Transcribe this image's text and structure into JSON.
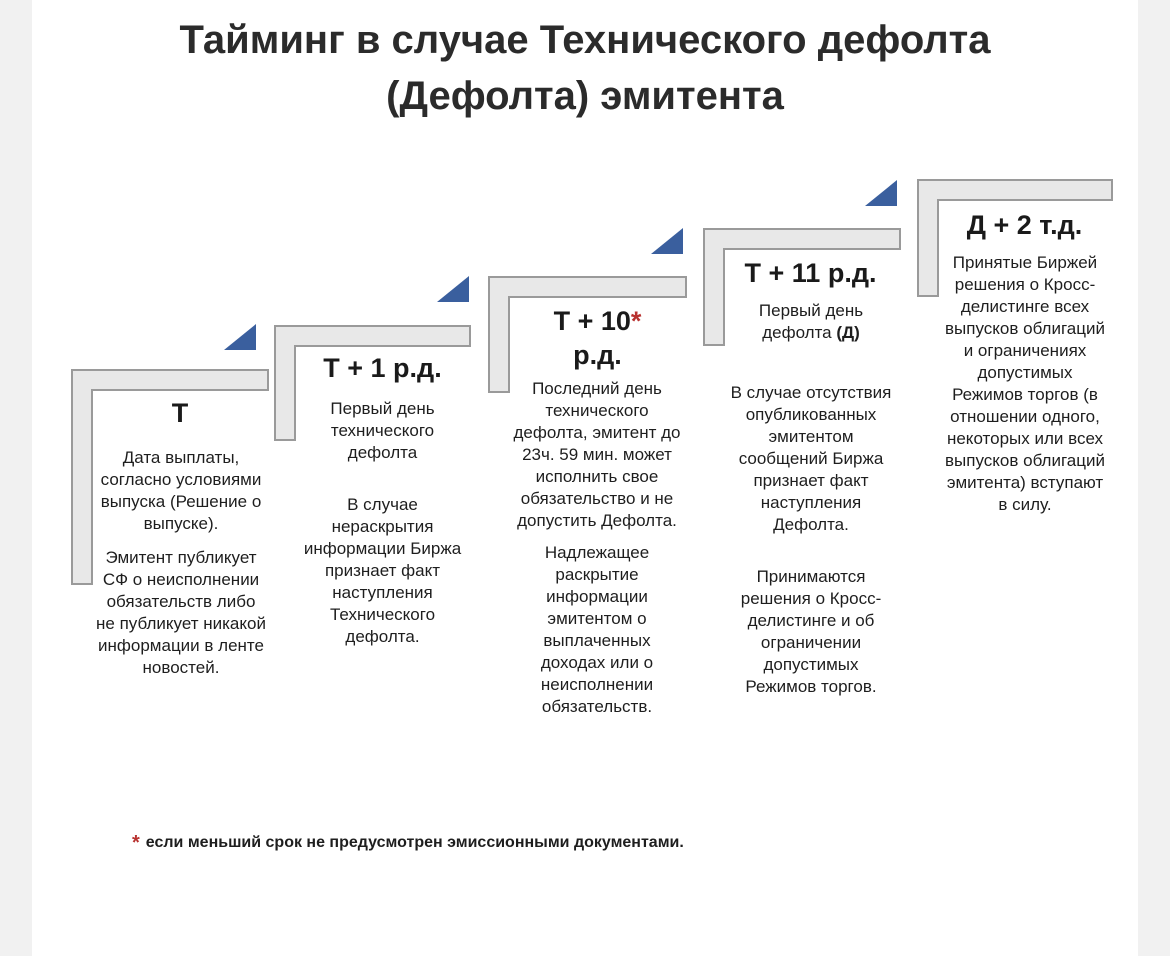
{
  "title": {
    "line1": "Тайминг в случае Технического дефолта",
    "line2": "(Дефолта) эмитента"
  },
  "colors": {
    "bracket_fill": "#e8e8e8",
    "bracket_stroke": "#9a9a9a",
    "triangle": "#3a5f9e",
    "asterisk": "#b8312f"
  },
  "steps": [
    {
      "head": "Т",
      "text1": "Дата выплаты, согласно условиями выпуска (Решение о выпуске).",
      "text2": "Эмитент публикует СФ о неисполнении обязательств либо не публикует никакой информации в ленте новостей."
    },
    {
      "head": "Т + 1 р.д.",
      "text1": "Первый день технического дефолта",
      "text2": "В случае нераскрытия информации Биржа признает факт наступления Технического дефолта."
    },
    {
      "head": "Т + 10",
      "head_star": "*",
      "head2": "р.д.",
      "text1": "Последний день технического дефолта, эмитент до 23ч. 59 мин. может исполнить свое обязательство и не допустить Дефолта.",
      "text2": "Надлежащее раскрытие информации эмитентом о выплаченных доходах или о неисполнении обязательств."
    },
    {
      "head": "Т + 11 р.д.",
      "text1": "Первый день дефолта",
      "text1_bold": "(Д)",
      "text2": "В случае отсутствия опубликованных эмитентом сообщений Биржа признает факт наступления Дефолта.",
      "text3": "Принимаются решения о Кросс-делистинге и об ограничении допустимых Режимов торгов."
    },
    {
      "head": "Д + 2 т.д.",
      "text1": "Принятые Биржей решения о Кросс-делистинге всех выпусков облигаций и ограничениях допустимых Режимов торгов (в отношении одного, некоторых или всех выпусков облигаций эмитента) вступают в силу."
    }
  ],
  "footnote": {
    "star": "*",
    "text": "если меньший срок не предусмотрен эмиссионными документами."
  }
}
